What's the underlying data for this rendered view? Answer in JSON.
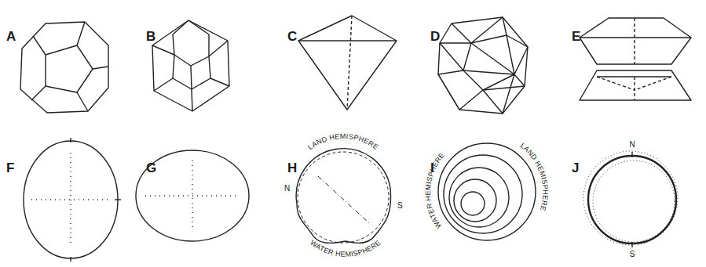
{
  "diagram": {
    "labels": [
      "A",
      "B",
      "C",
      "D",
      "E",
      "F",
      "G",
      "H",
      "I",
      "J",
      "LAND HEMISPHERE",
      "N",
      "S",
      "WATER HEMISPHERE",
      "WATER HEMISPHERE",
      "LAND HEMISPHERE",
      "N",
      "S"
    ]
  }
}
